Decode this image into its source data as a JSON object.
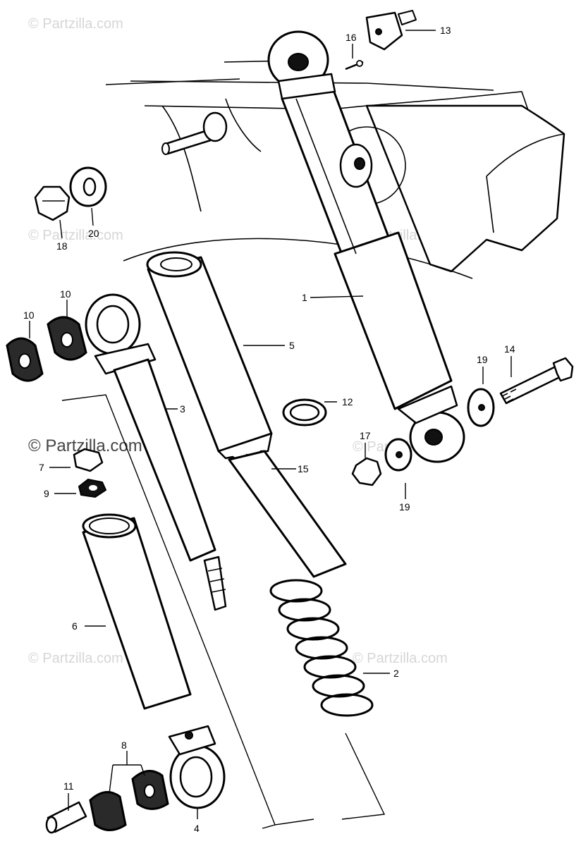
{
  "watermark": {
    "text": "© Partzilla.com",
    "prominent_text": "© Partzilla.com"
  },
  "callouts": [
    {
      "id": "c1",
      "label": "1"
    },
    {
      "id": "c2",
      "label": "2"
    },
    {
      "id": "c3",
      "label": "3"
    },
    {
      "id": "c4",
      "label": "4"
    },
    {
      "id": "c5",
      "label": "5"
    },
    {
      "id": "c6",
      "label": "6"
    },
    {
      "id": "c7",
      "label": "7"
    },
    {
      "id": "c8",
      "label": "8"
    },
    {
      "id": "c9",
      "label": "9"
    },
    {
      "id": "c10a",
      "label": "10"
    },
    {
      "id": "c10b",
      "label": "10"
    },
    {
      "id": "c11",
      "label": "11"
    },
    {
      "id": "c12",
      "label": "12"
    },
    {
      "id": "c13",
      "label": "13"
    },
    {
      "id": "c14",
      "label": "14"
    },
    {
      "id": "c15",
      "label": "15"
    },
    {
      "id": "c16",
      "label": "16"
    },
    {
      "id": "c17",
      "label": "17"
    },
    {
      "id": "c18",
      "label": "18"
    },
    {
      "id": "c19a",
      "label": "19"
    },
    {
      "id": "c19b",
      "label": "19"
    },
    {
      "id": "c20",
      "label": "20"
    }
  ]
}
